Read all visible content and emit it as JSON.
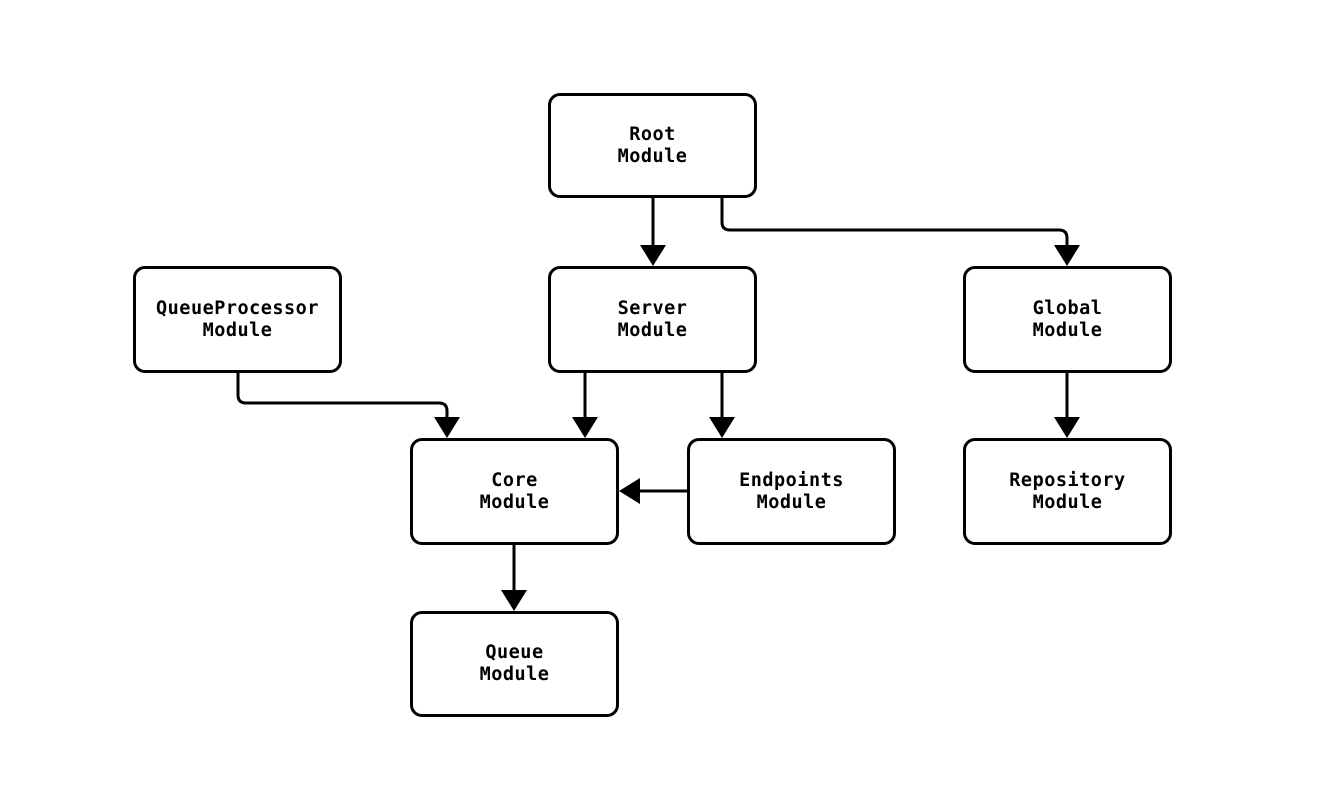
{
  "diagram": {
    "type": "flowchart",
    "direction": "top-down",
    "nodes": [
      {
        "id": "root",
        "label": "Root\nModule"
      },
      {
        "id": "queueprocessor",
        "label": "QueueProcessor\nModule"
      },
      {
        "id": "server",
        "label": "Server\nModule"
      },
      {
        "id": "global",
        "label": "Global\nModule"
      },
      {
        "id": "core",
        "label": "Core\nModule"
      },
      {
        "id": "endpoints",
        "label": "Endpoints\nModule"
      },
      {
        "id": "repository",
        "label": "Repository\nModule"
      },
      {
        "id": "queue",
        "label": "Queue\nModule"
      }
    ],
    "edges": [
      {
        "from": "root",
        "to": "server"
      },
      {
        "from": "root",
        "to": "global"
      },
      {
        "from": "queueprocessor",
        "to": "core"
      },
      {
        "from": "server",
        "to": "core"
      },
      {
        "from": "server",
        "to": "endpoints"
      },
      {
        "from": "endpoints",
        "to": "core"
      },
      {
        "from": "global",
        "to": "repository"
      },
      {
        "from": "core",
        "to": "queue"
      }
    ],
    "colors": {
      "background": "#ffffff",
      "node_fill": "#ffffff",
      "stroke": "#000000",
      "text": "#000000"
    }
  }
}
